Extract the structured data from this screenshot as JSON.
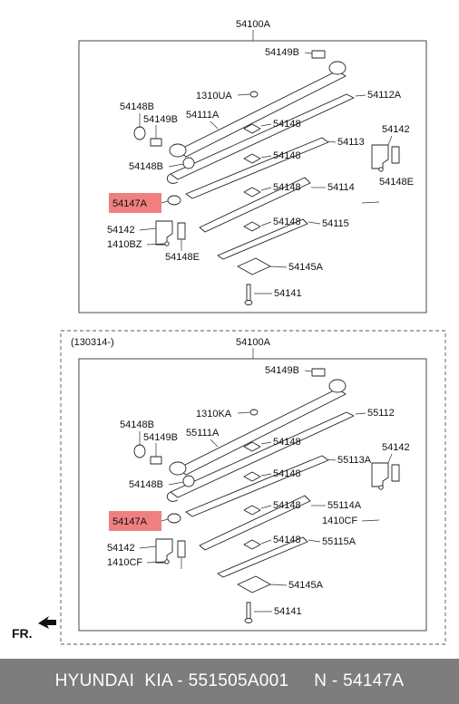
{
  "panels": [
    {
      "assembly": "54100A",
      "revision": "",
      "labels": {
        "bolt_a": "54149B",
        "bushing_a": "54148B",
        "bolt_b": "54149B",
        "bushing_b": "54148B",
        "nut": "1310UA",
        "leaf_main": "54111A",
        "leaf_2": "54112A",
        "leaf_3": "54113",
        "leaf_4": "54114",
        "leaf_5": "54115",
        "pad_1": "54148",
        "pad_2": "54148",
        "pad_3": "54148",
        "pad_4": "54148",
        "rubber": "54147A",
        "clip_left": "54142",
        "clip_left_pin": "54148E",
        "clip_left_bolt": "1410BZ",
        "clip_right": "54142",
        "clip_right_pin": "54148E",
        "clip_right_bolt": "",
        "plate": "54145A",
        "center_bolt": "54141"
      }
    },
    {
      "assembly": "54100A",
      "revision": "(130314-)",
      "labels": {
        "bolt_a": "54149B",
        "bushing_a": "54148B",
        "bolt_b": "54149B",
        "bushing_b": "54148B",
        "nut": "1310KA",
        "leaf_main": "55111A",
        "leaf_2": "55112",
        "leaf_3": "55113A",
        "leaf_4": "55114A",
        "leaf_5": "55115A",
        "pad_1": "54148",
        "pad_2": "54148",
        "pad_3": "54148",
        "pad_4": "54148",
        "rubber": "54147A",
        "clip_left": "54142",
        "clip_left_pin": "",
        "clip_left_bolt": "1410CF",
        "clip_right": "54142",
        "clip_right_pin": "",
        "clip_right_bolt": "1410CF",
        "plate": "54145A",
        "center_bolt": "54141"
      }
    }
  ],
  "front_label": "FR.",
  "highlight_color": "#f08080",
  "footer_text": "HYUNDAI  KIA - 551505A001     N - 54147A"
}
